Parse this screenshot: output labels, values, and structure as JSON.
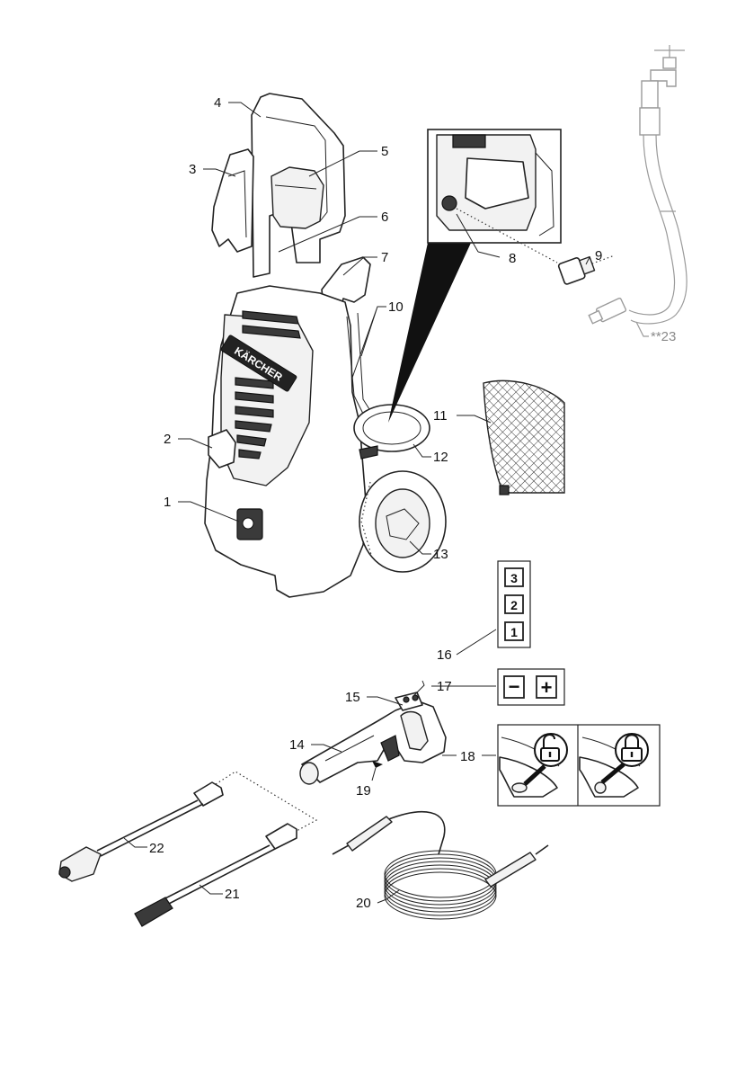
{
  "callouts": {
    "c1": "1",
    "c2": "2",
    "c3": "3",
    "c4": "4",
    "c5": "5",
    "c6": "6",
    "c7": "7",
    "c8": "8",
    "c9": "9",
    "c10": "10",
    "c11": "11",
    "c12": "12",
    "c13": "13",
    "c14": "14",
    "c15": "15",
    "c16": "16",
    "c17": "17",
    "c18": "18",
    "c19": "19",
    "c20": "20",
    "c21": "21",
    "c22": "22",
    "c23": "**23"
  },
  "brand_plate": "KÄRCHER",
  "pressure_stages": [
    "3",
    "2",
    "1"
  ],
  "control_symbols": {
    "minus": "−",
    "plus": "+"
  },
  "lock_icons": [
    "unlocked-padlock-icon",
    "locked-padlock-icon"
  ],
  "colors": {
    "line": "#222222",
    "accessory_grey": "#9a9a9a",
    "background": "#ffffff"
  }
}
